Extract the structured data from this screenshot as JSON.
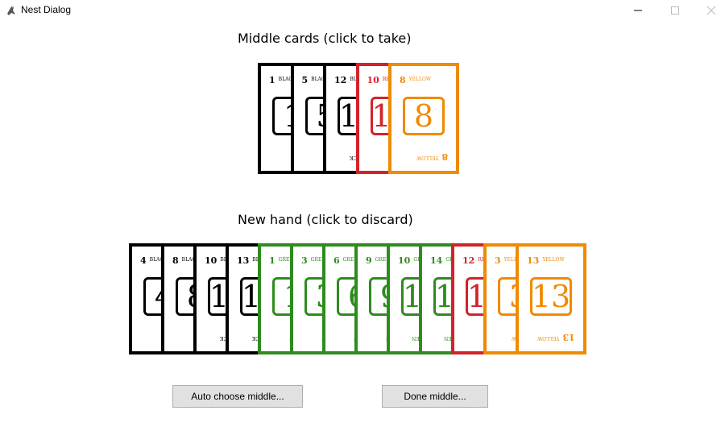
{
  "window": {
    "title": "Nest Dialog"
  },
  "middle": {
    "label": "Middle cards (click to take)",
    "cards": [
      {
        "num": "1",
        "color": "BLACK",
        "theme": "c-black"
      },
      {
        "num": "5",
        "color": "BLACK",
        "theme": "c-black"
      },
      {
        "num": "12",
        "color": "BLACK",
        "theme": "c-black"
      },
      {
        "num": "10",
        "color": "RED",
        "theme": "c-red"
      },
      {
        "num": "8",
        "color": "YELLOW",
        "theme": "c-orange"
      }
    ]
  },
  "hand": {
    "label": "New hand (click to discard)",
    "cards": [
      {
        "num": "4",
        "color": "BLACK",
        "theme": "c-black"
      },
      {
        "num": "8",
        "color": "BLACK",
        "theme": "c-black"
      },
      {
        "num": "10",
        "color": "BLACK",
        "theme": "c-black"
      },
      {
        "num": "13",
        "color": "BLACK",
        "theme": "c-black"
      },
      {
        "num": "1",
        "color": "GREEN",
        "theme": "c-green"
      },
      {
        "num": "3",
        "color": "GREEN",
        "theme": "c-green"
      },
      {
        "num": "6",
        "color": "GREEN",
        "theme": "c-green"
      },
      {
        "num": "9",
        "color": "GREEN",
        "theme": "c-green"
      },
      {
        "num": "10",
        "color": "GREEN",
        "theme": "c-green"
      },
      {
        "num": "14",
        "color": "GREEN",
        "theme": "c-green"
      },
      {
        "num": "12",
        "color": "RED",
        "theme": "c-red"
      },
      {
        "num": "3",
        "color": "YELLOW",
        "theme": "c-orange"
      },
      {
        "num": "13",
        "color": "YELLOW",
        "theme": "c-orange"
      }
    ]
  },
  "buttons": {
    "auto": "Auto choose middle...",
    "done": "Done middle..."
  }
}
